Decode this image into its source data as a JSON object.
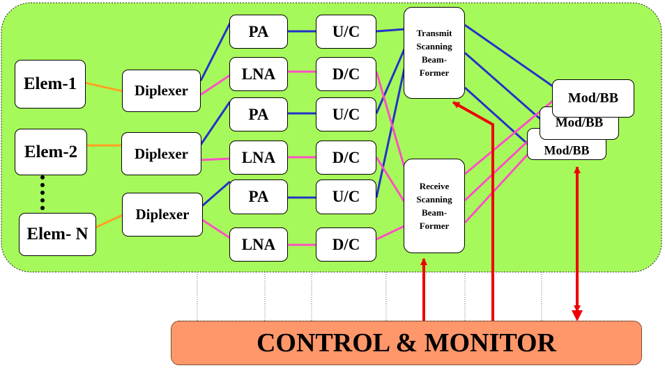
{
  "diagram": {
    "elements": [
      "Elem-1",
      "Elem-2",
      "Elem- N"
    ],
    "diplexers": [
      "Diplexer",
      "Diplexer",
      "Diplexer"
    ],
    "amps": [
      "PA",
      "LNA",
      "PA",
      "LNA",
      "PA",
      "LNA"
    ],
    "converters": [
      "U/C",
      "D/C",
      "U/C",
      "D/C",
      "U/C",
      "D/C"
    ],
    "transmit_beamformer": "Transmit\nScanning\nBeam-\nFormer",
    "receive_beamformer": "Receive\nScanning\nBeam-\nFormer",
    "modems": [
      "Mod/BB",
      "Mod/BB",
      "Mod/BB"
    ],
    "control_monitor": "CONTROL & MONITOR"
  },
  "colors": {
    "panel_fill": "#a6f95a",
    "transmit_line": "#2432c8",
    "receive_line": "#ff4fc4",
    "element_line": "#ffa020",
    "control_arrow": "#ee0000",
    "control_fill": "#ff976a"
  }
}
